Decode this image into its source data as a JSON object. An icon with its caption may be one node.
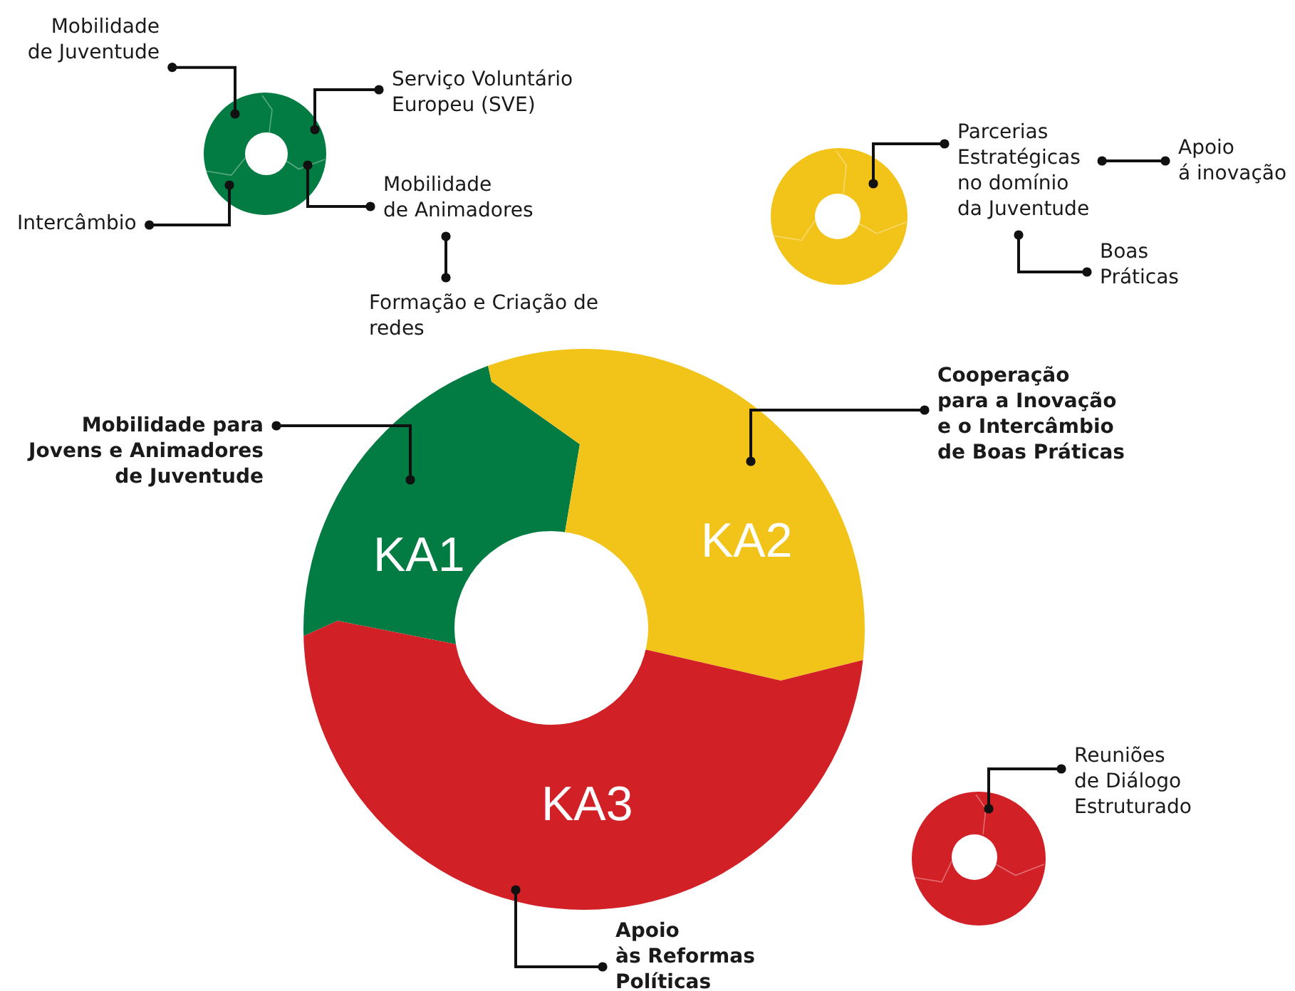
{
  "diagram": {
    "nodes": [
      {
        "text": [
          "KA1"
        ]
      },
      {
        "text": [
          "KA2"
        ]
      },
      {
        "text": [
          "KA3"
        ]
      },
      {
        "text": [
          "Mobilidade para Jovens e Animadores de Juventude"
        ]
      },
      {
        "text": [
          "Cooperação para a Inovação e o Intercâmbio de Boas Práticas"
        ]
      },
      {
        "text": [
          "Apoio às Reformas Políticas"
        ]
      },
      {
        "text": [],
        "shape": "circle"
      },
      {
        "text": [
          "Mobilidade de Juventude"
        ]
      },
      {
        "text": [
          "Serviço Voluntário Europeu (SVE)"
        ]
      },
      {
        "text": [
          "Mobilidade de Animadores"
        ]
      },
      {
        "text": [
          "Intercâmbio"
        ]
      },
      {
        "text": [
          "Formação e Criação de redes"
        ]
      },
      {
        "text": [],
        "shape": "circle"
      },
      {
        "text": [
          "Parcerias Estratégicas no domínio da Juventude"
        ]
      },
      {
        "text": [
          "Apoio á inovação"
        ]
      },
      {
        "text": [
          "Boas Práticas"
        ]
      },
      {
        "text": [],
        "shape": "circle"
      },
      {
        "text": [
          "Reuniões de Diálogo Estruturado"
        ]
      }
    ],
    "edges": [
      {
        "from": 3,
        "to": 0,
        "arrow": "other"
      },
      {
        "from": 4,
        "to": 1,
        "arrow": "other"
      },
      {
        "from": 5,
        "to": 2,
        "arrow": "other"
      },
      {
        "from": 7,
        "to": 6,
        "arrow": "other"
      },
      {
        "from": 8,
        "to": 6,
        "arrow": "other"
      },
      {
        "from": 9,
        "to": 6,
        "arrow": "other"
      },
      {
        "from": 10,
        "to": 6,
        "arrow": "other"
      },
      {
        "from": 9,
        "to": 11,
        "arrow": "other"
      },
      {
        "from": 13,
        "to": 12,
        "arrow": "other"
      },
      {
        "from": 13,
        "to": 14,
        "arrow": "other"
      },
      {
        "from": 13,
        "to": 15,
        "arrow": "other"
      },
      {
        "from": 17,
        "to": 16,
        "arrow": "other"
      }
    ]
  }
}
